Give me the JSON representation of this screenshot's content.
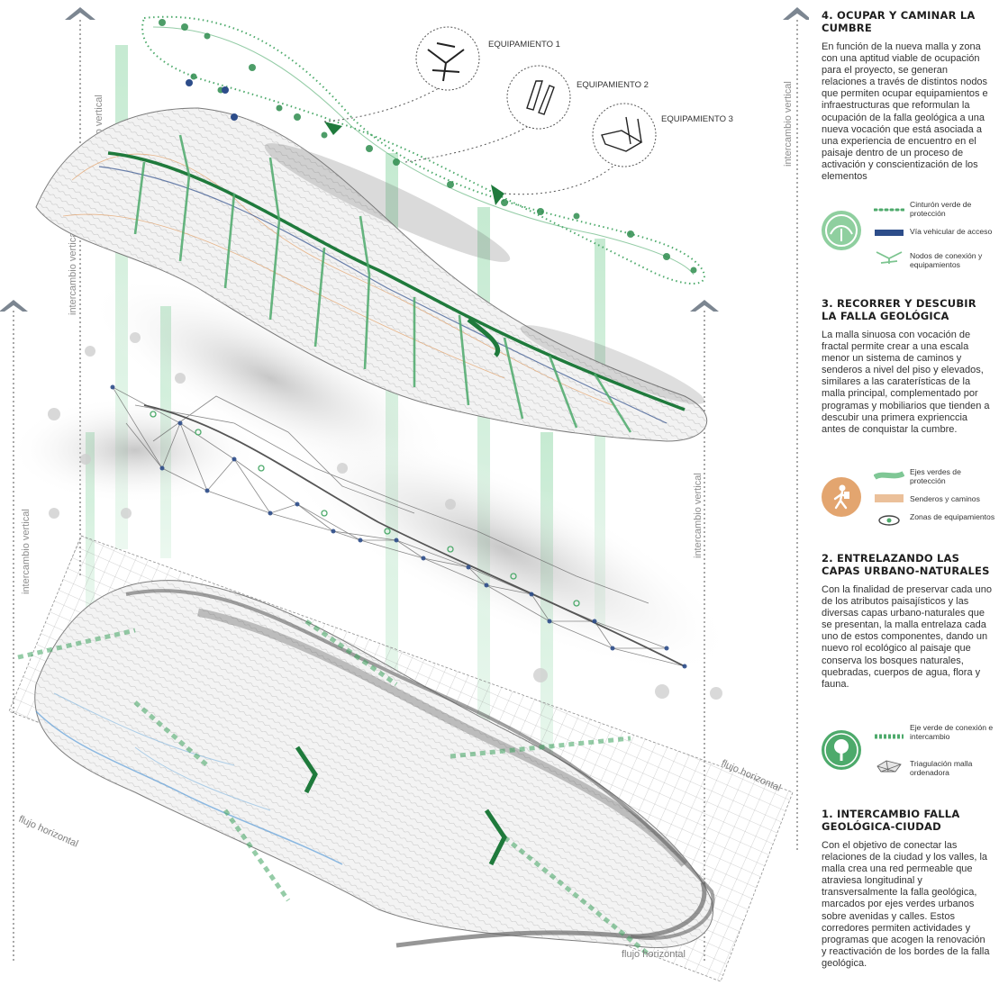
{
  "colors": {
    "green_dark": "#1f7a3c",
    "green_mid": "#4daa6b",
    "green_light": "#a9dcb3",
    "orange": "#e3a56f",
    "navy": "#2d4d8a",
    "grey": "#8a8a8a",
    "grey_arrow": "#7c8691"
  },
  "diagram": {
    "labels": {
      "vertical_exchange": "intercambio vertical",
      "horizontal_flow": "flujo horizontal"
    },
    "equipment": [
      {
        "label": "EQUIPAMIENTO 1"
      },
      {
        "label": "EQUIPAMIENTO 2"
      },
      {
        "label": "EQUIPAMIENTO 3"
      }
    ]
  },
  "sections": [
    {
      "title": "4. OCUPAR Y CAMINAR LA CUMBRE",
      "body": "En función de la nueva malla y zona con una aptitud viable de ocupación para el proyecto, se generan relaciones a través de distintos nodos que permiten ocupar equipamientos e infraestructuras que reformulan la ocupación de la falla geológica a una nueva vocación que está asociada a una experiencia de encuentro en el paisaje dentro de un proceso de activación y conscientización de los elementos"
    },
    {
      "title": "3. RECORRER Y DESCUBIR LA FALLA GEOLÓGICA",
      "body": "La malla sinuosa con vocación de fractal permite crear a una escala menor un sistema de caminos y senderos a nivel del piso y elevados, similares a las caraterísticas de la malla principal, complementado por programas y mobiliarios que tienden a descubir una primera exprienccia antes de conquistar la cumbre."
    },
    {
      "title": "2. ENTRELAZANDO LAS CAPAS URBANO-NATURALES",
      "body": "Con la finalidad de preservar cada uno de los atributos paisajísticos y las diversas capas urbano-naturales que se presentan, la malla entrelaza cada uno de estos componentes, dando un nuevo rol ecológico al paisaje que conserva los bosques naturales, quebradas, cuerpos de agua, flora y fauna."
    },
    {
      "title": "1. INTERCAMBIO FALLA GEOLÓGICA-CIUDAD",
      "body": "Con el objetivo de conectar las relaciones de la ciudad y los valles, la malla crea una red permeable que atraviesa longitudinal y transversalmente la falla geológica, marcados por ejes verdes urbanos sobre avenidas y calles. Estos corredores permiten actividades y programas que acogen  la renovación y reactivación de los bordes de la falla geológica."
    }
  ],
  "legends": {
    "l4": [
      {
        "icon": "dotted-green-line",
        "label": "Cinturón verde de protección"
      },
      {
        "icon": "navy-bar",
        "label": "Vía vehicular de acceso"
      },
      {
        "icon": "node-symbol",
        "label": "Nodos de conexión y equipamientos"
      }
    ],
    "l3": [
      {
        "icon": "green-stroke",
        "label": "Ejes verdes de protección"
      },
      {
        "icon": "orange-stroke",
        "label": "Senderos y caminos"
      },
      {
        "icon": "zone-symbol",
        "label": "Zonas de equipamientos"
      }
    ],
    "l2": [
      {
        "icon": "dashed-green-line",
        "label": "Eje verde de conexión e intercambio"
      },
      {
        "icon": "triangulation-symbol",
        "label": "Triagulación malla ordenadora"
      }
    ]
  }
}
